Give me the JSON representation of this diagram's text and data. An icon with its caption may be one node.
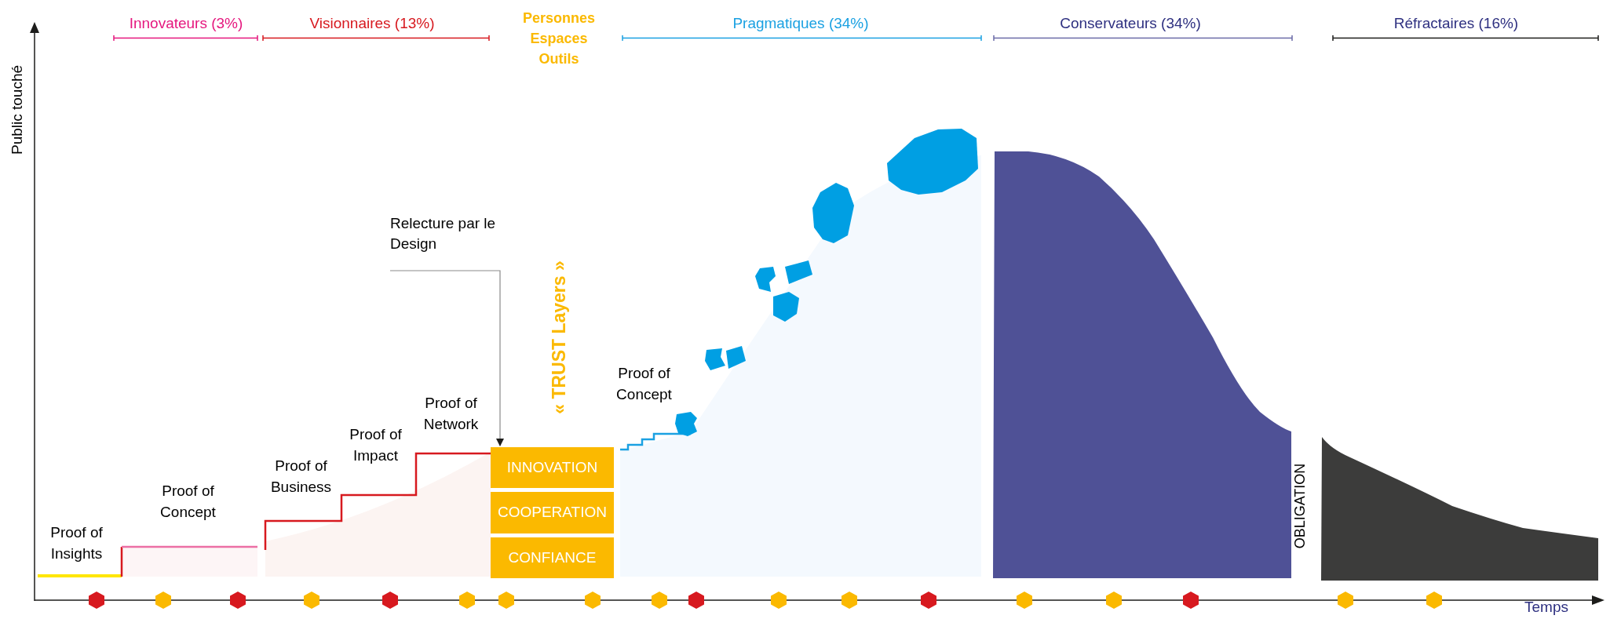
{
  "diagram": {
    "nodes": [
      {
        "text": [
          "Relecture par le Design"
        ]
      },
      {
        "text": [
          "INNOVATION"
        ]
      },
      {
        "text": [
          "COOPERATION"
        ]
      },
      {
        "text": [
          "CONFIANCE"
        ]
      }
    ],
    "edges": [
      {
        "from": 0,
        "to": 1,
        "arrow": "to"
      }
    ],
    "labels": [
      "Innovateurs (3%)",
      "Visionnaires (13%)",
      "Personnes Espaces Outils",
      "Pragmatiques (34%)",
      "Conservateurs (34%)",
      "Réfractaires (16%)",
      "Public touché",
      "« TRUST Layers »",
      "Proof of Network",
      "Proof of Concept",
      "Proof of Impact",
      "Proof of Business",
      "Proof of Concept",
      "Proof of Insights",
      "OBLIGATION",
      "Temps"
    ]
  }
}
